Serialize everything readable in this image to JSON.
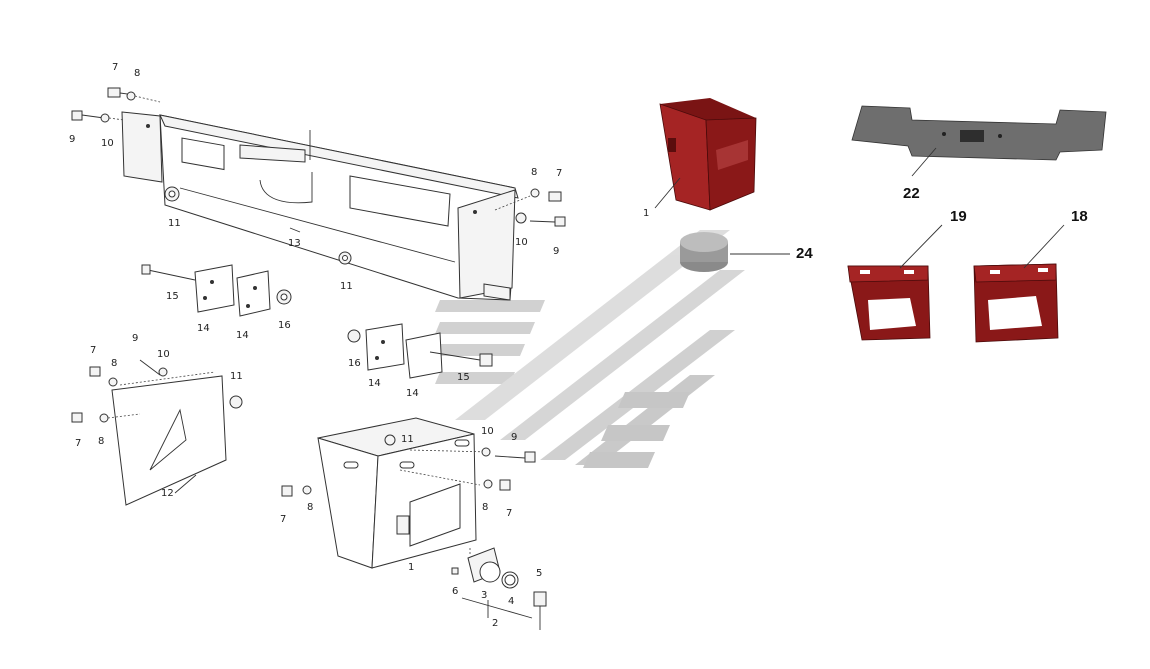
{
  "diagram": {
    "callouts": {
      "c1a": "1",
      "c1b": "1",
      "c2": "2",
      "c3": "3",
      "c4": "4",
      "c5": "5",
      "c6": "6",
      "c7a": "7",
      "c7b": "7",
      "c7c": "7",
      "c7d": "7",
      "c7e": "7",
      "c7f": "7",
      "c8a": "8",
      "c8b": "8",
      "c8c": "8",
      "c8d": "8",
      "c8e": "8",
      "c8f": "8",
      "c9a": "9",
      "c9b": "9",
      "c9c": "9",
      "c9d": "9",
      "c10a": "10",
      "c10b": "10",
      "c10c": "10",
      "c10d": "10",
      "c11a": "11",
      "c11b": "11",
      "c11c": "11",
      "c11d": "11",
      "c12": "12",
      "c13": "13",
      "c14a": "14",
      "c14b": "14",
      "c14c": "14",
      "c14d": "14",
      "c15a": "15",
      "c15b": "15",
      "c16a": "16",
      "c16b": "16",
      "c18": "18",
      "c19": "19",
      "c22": "22",
      "c24": "24"
    },
    "colors": {
      "red_part": "#9c1c1c",
      "red_dark": "#6e1010",
      "bracket_gray": "#6e6e6e",
      "watermark_gray": "#b9b9b9",
      "watermark_light": "#d6d6d6"
    }
  }
}
